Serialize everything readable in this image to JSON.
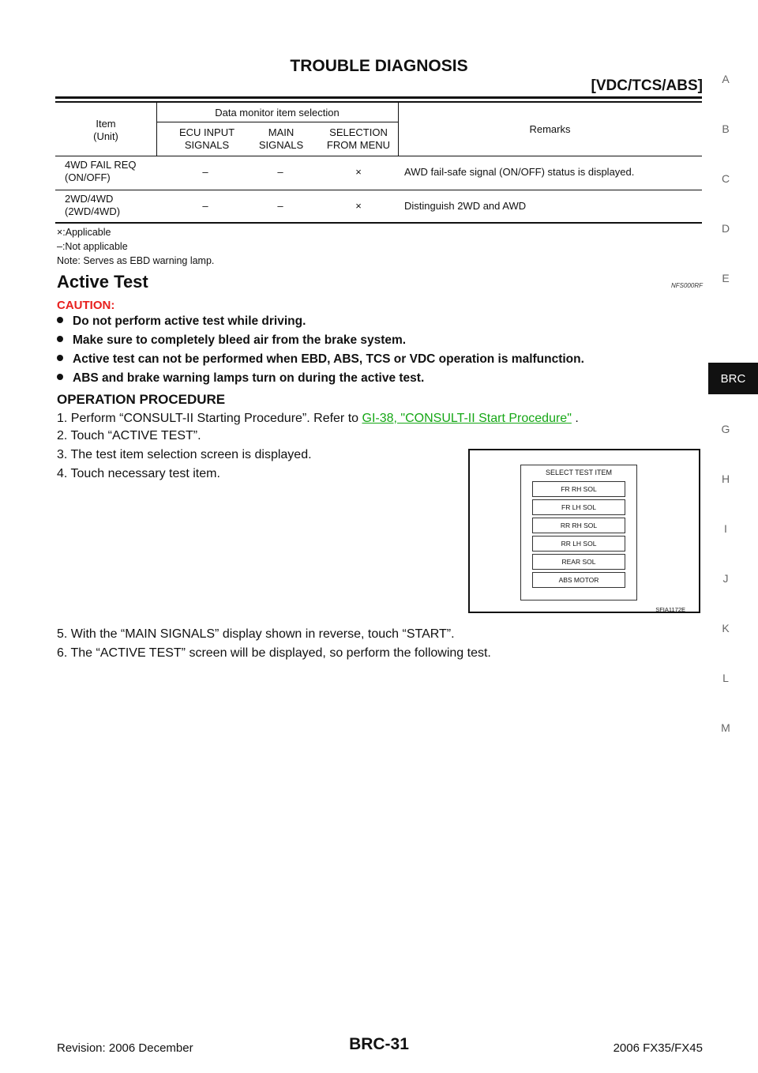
{
  "header": {
    "title": "TROUBLE DIAGNOSIS",
    "subtitle": "[VDC/TCS/ABS]"
  },
  "side_index": {
    "letters": [
      "A",
      "B",
      "C",
      "D",
      "E",
      "G",
      "H",
      "I",
      "J",
      "K",
      "L",
      "M"
    ],
    "active_tab": "BRC"
  },
  "table": {
    "col_item": "Item\n(Unit)",
    "col_group": "Data monitor item selection",
    "col_ecu": "ECU INPUT\nSIGNALS",
    "col_main": "MAIN\nSIGNALS",
    "col_select": "SELECTION\nFROM MENU",
    "col_remarks": "Remarks",
    "rows": [
      {
        "item": "4WD FAIL REQ\n(ON/OFF)",
        "ecu": "–",
        "main": "–",
        "select": "×",
        "remarks": "AWD fail-safe signal (ON/OFF) status is displayed."
      },
      {
        "item": "2WD/4WD\n(2WD/4WD)",
        "ecu": "–",
        "main": "–",
        "select": "×",
        "remarks": "Distinguish 2WD and AWD"
      }
    ]
  },
  "notes": [
    "×:Applicable",
    "–:Not applicable",
    "Note: Serves as EBD warning lamp."
  ],
  "section": {
    "title": "Active Test",
    "code": "NFS000RF"
  },
  "caution": {
    "label": "CAUTION:",
    "items": [
      "Do not perform active test while driving.",
      "Make sure to completely bleed air from the brake system.",
      "Active test can not be performed when EBD, ABS, TCS or VDC operation is malfunction.",
      "ABS and brake warning lamps turn on during the active test."
    ]
  },
  "procedure": {
    "title": "OPERATION PROCEDURE",
    "step1_prefix": "1.  Perform “CONSULT-II Starting Procedure”. Refer to ",
    "step1_link": "GI-38, \"CONSULT-II Start Procedure\"",
    "step1_suffix": " .",
    "steps": [
      "2.  Touch “ACTIVE TEST”.",
      "3.  The test item selection screen is displayed.",
      "4.  Touch necessary test item.",
      "5.  With the “MAIN SIGNALS” display shown in reverse, touch “START”.",
      "6.  The “ACTIVE TEST” screen will be displayed, so perform the following test."
    ]
  },
  "figure": {
    "screen_title": "SELECT TEST ITEM",
    "buttons": [
      "FR RH SOL",
      "FR LH SOL",
      "RR RH SOL",
      "RR LH SOL",
      "REAR SOL",
      "ABS MOTOR"
    ],
    "figure_id": "SFIA1172E"
  },
  "footer": {
    "revision": "Revision: 2006 December",
    "page": "BRC-31",
    "model": "2006 FX35/FX45"
  }
}
